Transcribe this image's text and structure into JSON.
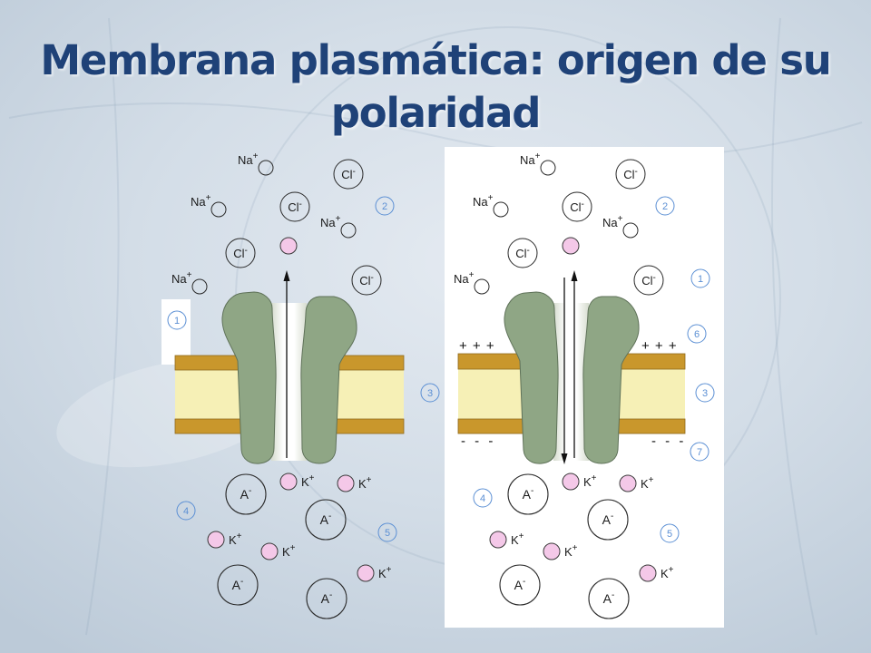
{
  "slide": {
    "title": "Membrana plasmática: origen de su polaridad"
  },
  "ions": {
    "sodium": {
      "symbol": "Na",
      "charge": "+"
    },
    "chloride": {
      "symbol": "Cl",
      "charge": "-"
    },
    "potassium": {
      "symbol": "K",
      "charge": "+"
    },
    "anion": {
      "symbol": "A",
      "charge": "-"
    }
  },
  "left_diagram": {
    "markers": [
      "1",
      "2",
      "3",
      "4",
      "5"
    ]
  },
  "right_diagram": {
    "markers": [
      "1",
      "2",
      "3",
      "4",
      "5",
      "6",
      "7"
    ],
    "membrane_charges": {
      "outer": "+ + +",
      "inner": "- - -"
    }
  },
  "colors": {
    "title": "#1f4278",
    "channel_protein": "#8fa685",
    "membrane_heads": "#c9972c",
    "membrane_core": "#f6f0b6",
    "potassium_ion": "#f4c8e8",
    "marker": "#5b8fd4"
  }
}
